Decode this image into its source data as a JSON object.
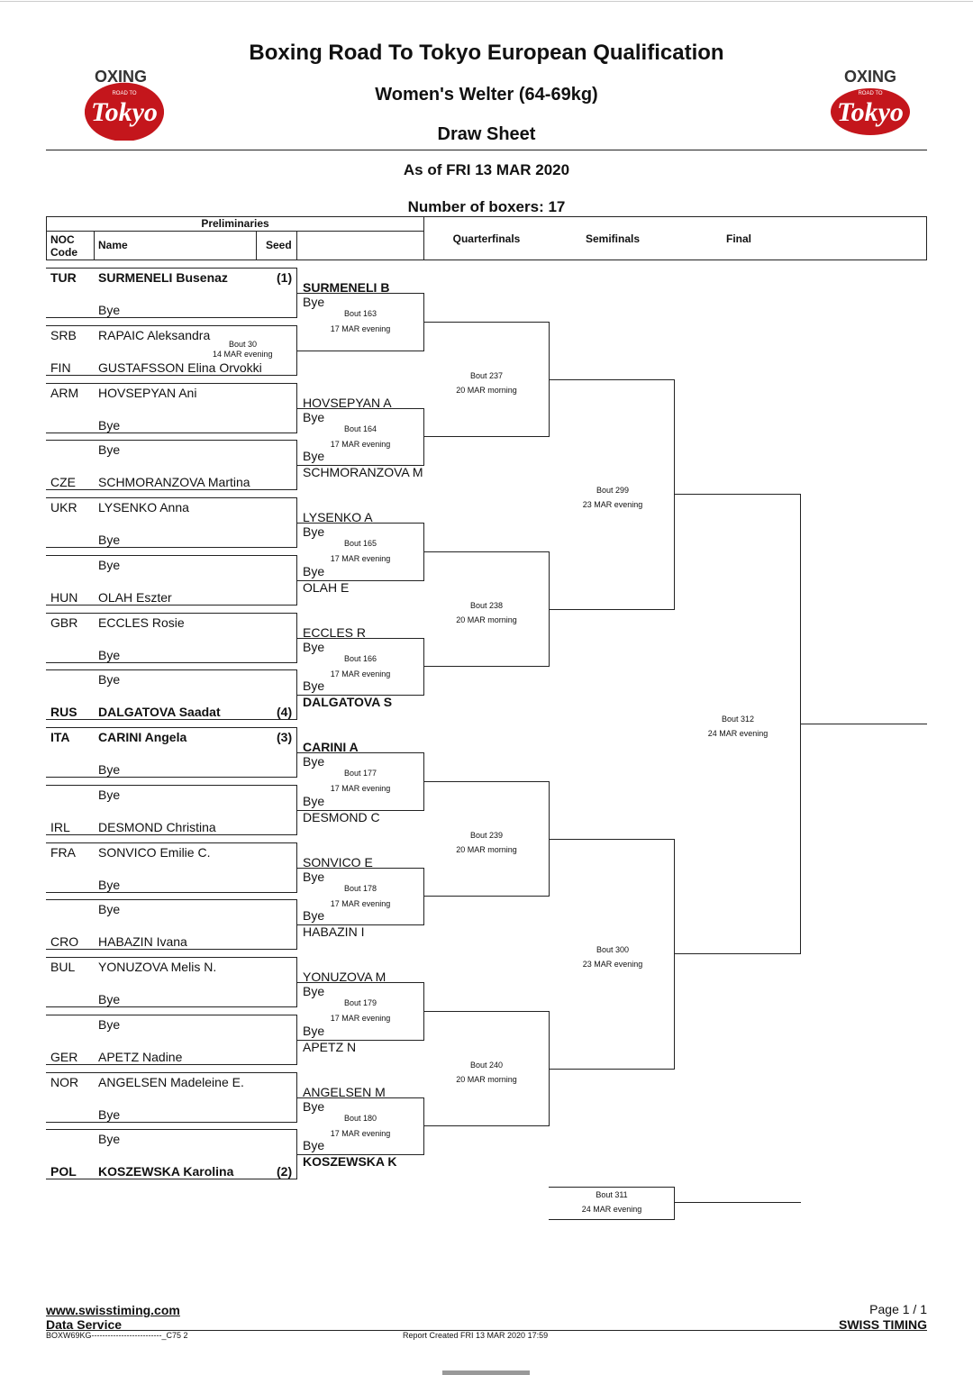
{
  "header": {
    "title": "Boxing Road To Tokyo European Qualification",
    "event": "Women's Welter (64-69kg)",
    "sheet": "Draw Sheet",
    "as_of": "As of FRI 13 MAR 2020",
    "num_boxers": "Number of boxers: 17",
    "logo_top": "OXING",
    "logo_sub": "ROAD TO",
    "logo_main": "Tokyo"
  },
  "table": {
    "preliminaries": "Preliminaries",
    "noc_code": "NOC\nCode",
    "name": "Name",
    "seed": "Seed",
    "quarterfinals": "Quarterfinals",
    "semifinals": "Semifinals",
    "final": "Final"
  },
  "entries": [
    {
      "noc": "TUR",
      "name": "SURMENELI Busenaz",
      "seed": "(1)",
      "bold": true
    },
    {
      "noc": "",
      "name": "Bye",
      "seed": ""
    },
    {
      "noc": "SRB",
      "name": "RAPAIC Aleksandra",
      "seed": ""
    },
    {
      "noc": "FIN",
      "name": "GUSTAFSSON Elina Orvokki",
      "seed": ""
    },
    {
      "noc": "ARM",
      "name": "HOVSEPYAN Ani",
      "seed": ""
    },
    {
      "noc": "",
      "name": "Bye",
      "seed": ""
    },
    {
      "noc": "",
      "name": "Bye",
      "seed": ""
    },
    {
      "noc": "CZE",
      "name": "SCHMORANZOVA Martina",
      "seed": ""
    },
    {
      "noc": "UKR",
      "name": "LYSENKO Anna",
      "seed": ""
    },
    {
      "noc": "",
      "name": "Bye",
      "seed": ""
    },
    {
      "noc": "",
      "name": "Bye",
      "seed": ""
    },
    {
      "noc": "HUN",
      "name": "OLAH Eszter",
      "seed": ""
    },
    {
      "noc": "GBR",
      "name": "ECCLES Rosie",
      "seed": ""
    },
    {
      "noc": "",
      "name": "Bye",
      "seed": ""
    },
    {
      "noc": "",
      "name": "Bye",
      "seed": ""
    },
    {
      "noc": "RUS",
      "name": "DALGATOVA Saadat",
      "seed": "(4)",
      "bold": true
    },
    {
      "noc": "ITA",
      "name": "CARINI Angela",
      "seed": "(3)",
      "bold": true
    },
    {
      "noc": "",
      "name": "Bye",
      "seed": ""
    },
    {
      "noc": "",
      "name": "Bye",
      "seed": ""
    },
    {
      "noc": "IRL",
      "name": "DESMOND Christina",
      "seed": ""
    },
    {
      "noc": "FRA",
      "name": "SONVICO Emilie C.",
      "seed": ""
    },
    {
      "noc": "",
      "name": "Bye",
      "seed": ""
    },
    {
      "noc": "",
      "name": "Bye",
      "seed": ""
    },
    {
      "noc": "CRO",
      "name": "HABAZIN Ivana",
      "seed": ""
    },
    {
      "noc": "BUL",
      "name": "YONUZOVA Melis N.",
      "seed": ""
    },
    {
      "noc": "",
      "name": "Bye",
      "seed": ""
    },
    {
      "noc": "",
      "name": "Bye",
      "seed": ""
    },
    {
      "noc": "GER",
      "name": "APETZ Nadine",
      "seed": ""
    },
    {
      "noc": "NOR",
      "name": "ANGELSEN Madeleine E.",
      "seed": ""
    },
    {
      "noc": "",
      "name": "Bye",
      "seed": ""
    },
    {
      "noc": "",
      "name": "Bye",
      "seed": ""
    },
    {
      "noc": "POL",
      "name": "KOSZEWSKA Karolina",
      "seed": "(2)",
      "bold": true
    }
  ],
  "prelim_bout": {
    "bout": "Bout  30",
    "time": "14 MAR evening"
  },
  "round2": [
    {
      "top": "SURMENELI B",
      "top_bold": true,
      "bottom": "",
      "bout": "Bout  163",
      "time": "17 MAR evening",
      "bye": "Bye"
    },
    {
      "top": "HOVSEPYAN A",
      "bottom": "SCHMORANZOVA M",
      "bout": "Bout  164",
      "time": "17 MAR evening",
      "bye": "Bye",
      "bye2": "Bye"
    },
    {
      "top": "LYSENKO A",
      "bottom": "OLAH E",
      "bout": "Bout  165",
      "time": "17 MAR evening",
      "bye": "Bye",
      "bye2": "Bye"
    },
    {
      "top": "ECCLES R",
      "bottom": "DALGATOVA S",
      "bottom_bold": true,
      "bout": "Bout  166",
      "time": "17 MAR evening",
      "bye": "Bye",
      "bye2": "Bye"
    },
    {
      "top": "CARINI A",
      "top_bold": true,
      "bottom": "DESMOND C",
      "bout": "Bout  177",
      "time": "17 MAR evening",
      "bye": "Bye",
      "bye2": "Bye"
    },
    {
      "top": "SONVICO E",
      "bottom": "HABAZIN I",
      "bout": "Bout  178",
      "time": "17 MAR evening",
      "bye": "Bye",
      "bye2": "Bye"
    },
    {
      "top": "YONUZOVA M",
      "bottom": "APETZ N",
      "bout": "Bout  179",
      "time": "17 MAR evening",
      "bye": "Bye",
      "bye2": "Bye"
    },
    {
      "top": "ANGELSEN M",
      "bottom": "KOSZEWSKA K",
      "bottom_bold": true,
      "bout": "Bout  180",
      "time": "17 MAR evening",
      "bye": "Bye",
      "bye2": "Bye"
    }
  ],
  "quarterfinals": [
    {
      "bout": "Bout  237",
      "time": "20 MAR morning"
    },
    {
      "bout": "Bout  238",
      "time": "20 MAR morning"
    },
    {
      "bout": "Bout  239",
      "time": "20 MAR morning"
    },
    {
      "bout": "Bout  240",
      "time": "20 MAR morning"
    }
  ],
  "semifinals": [
    {
      "bout": "Bout  299",
      "time": "23 MAR evening"
    },
    {
      "bout": "Bout  300",
      "time": "23 MAR evening"
    }
  ],
  "final": {
    "bout": "Bout  312",
    "time": "24 MAR evening"
  },
  "bronze": {
    "bout": "Bout  311",
    "time": "24 MAR evening"
  },
  "footer": {
    "website": "www.swisstiming.com",
    "service": "Data Service",
    "code": "BOXW69KG--------------------------_C75 2",
    "created": "Report Created  FRI 13 MAR 2020 17:59",
    "page": "Page 1 / 1",
    "brand": "SWISS TIMING"
  }
}
